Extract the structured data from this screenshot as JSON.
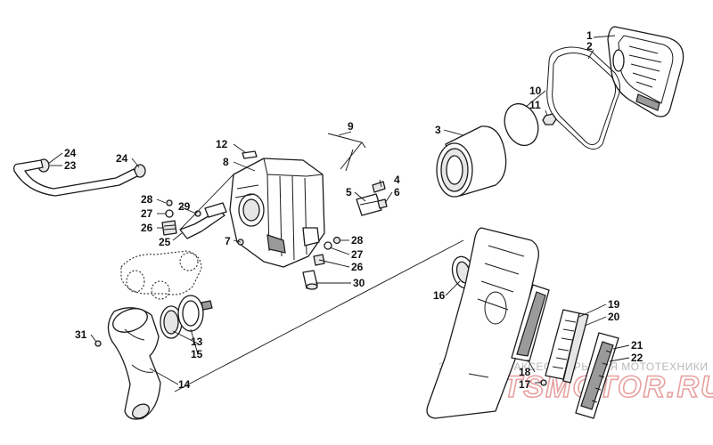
{
  "colors": {
    "line": "#1a1a1a",
    "background": "#ffffff",
    "watermark_text": "#b9b9b9",
    "watermark_logo": "#e8a0a0"
  },
  "callouts": [
    {
      "id": "1",
      "label": "1"
    },
    {
      "id": "2",
      "label": "2"
    },
    {
      "id": "3",
      "label": "3"
    },
    {
      "id": "4",
      "label": "4"
    },
    {
      "id": "5",
      "label": "5"
    },
    {
      "id": "6",
      "label": "6"
    },
    {
      "id": "7",
      "label": "7"
    },
    {
      "id": "8",
      "label": "8"
    },
    {
      "id": "9",
      "label": "9"
    },
    {
      "id": "10",
      "label": "10"
    },
    {
      "id": "11",
      "label": "11"
    },
    {
      "id": "12",
      "label": "12"
    },
    {
      "id": "13",
      "label": "13"
    },
    {
      "id": "14",
      "label": "14"
    },
    {
      "id": "15",
      "label": "15"
    },
    {
      "id": "16",
      "label": "16"
    },
    {
      "id": "17",
      "label": "17"
    },
    {
      "id": "18",
      "label": "18"
    },
    {
      "id": "19",
      "label": "19"
    },
    {
      "id": "20",
      "label": "20"
    },
    {
      "id": "21",
      "label": "21"
    },
    {
      "id": "22",
      "label": "22"
    },
    {
      "id": "23",
      "label": "23"
    },
    {
      "id": "24a",
      "label": "24"
    },
    {
      "id": "24b",
      "label": "24"
    },
    {
      "id": "25",
      "label": "25"
    },
    {
      "id": "26a",
      "label": "26"
    },
    {
      "id": "26b",
      "label": "26"
    },
    {
      "id": "27a",
      "label": "27"
    },
    {
      "id": "27b",
      "label": "27"
    },
    {
      "id": "28a",
      "label": "28"
    },
    {
      "id": "28b",
      "label": "28"
    },
    {
      "id": "29",
      "label": "29"
    },
    {
      "id": "30",
      "label": "30"
    },
    {
      "id": "31",
      "label": "31"
    }
  ],
  "watermark": {
    "tagline": "ЗАПЧАСТИ И АКСЕССУАРЫ ДЛЯ МОТОТЕХНИКИ",
    "logo": "PARTSMOTOR.RU"
  }
}
